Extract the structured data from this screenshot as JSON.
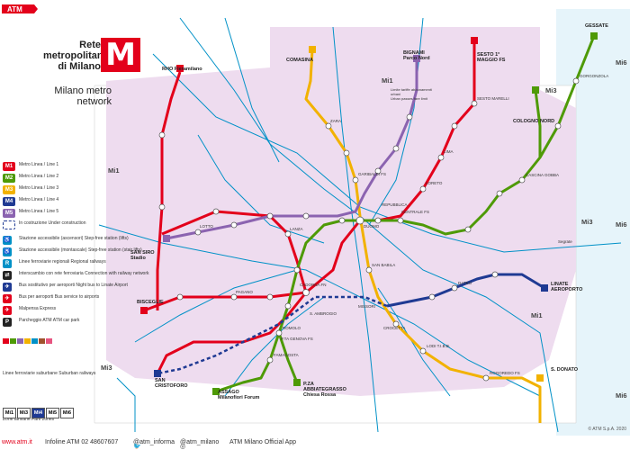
{
  "header": {
    "atm_logo": "ATM",
    "title": "Rete metropolitana di Milano",
    "subtitle": "Milano metro network"
  },
  "colors": {
    "m1": "#e3001b",
    "m2": "#4e9a06",
    "m3": "#f2b200",
    "m4": "#1f3a93",
    "m5": "#8b63b0",
    "suburban": "#0091c7",
    "zone_mi1": "#eedcef",
    "zone_mi3": "#ffffff",
    "zone_mi6": "#e6f4fa"
  },
  "zones": [
    "Mi1",
    "Mi3",
    "Mi6"
  ],
  "terminals": {
    "rho": "RHO Fieramilano",
    "comasina": "COMASINA",
    "bignami": "BIGNAMI Parco Nord",
    "sesto": "SESTO 1° MAGGIO FS",
    "gessate": "GESSATE",
    "cologno": "COLOGNO NORD",
    "sansiro": "SAN SIRO Stadio",
    "bisceglie": "BISCEGLIE",
    "linate": "LINATE AEROPORTO",
    "sancristoforo": "SAN CRISTOFORO",
    "assago": "ASSAGO Milanofiori Forum",
    "abbiategrasso": "P.ZA ABBIATEGRASSO Chiesa Rossa",
    "sdonato": "S. DONATO"
  },
  "stations": {
    "duomo": "DUOMO",
    "cadorna": "CADORNA FN",
    "centrale": "CENTRALE FS",
    "garibaldi": "GARIBALDI FS",
    "loreto": "LORETO",
    "lima": "LIMA",
    "zara": "ZARA",
    "lotto": "LOTTO",
    "sanbabila": "SAN BABILA",
    "lanza": "LANZA",
    "sesto_marelli": "SESTO MARELLI",
    "gorgonzola": "GORGONZOLA",
    "cascina_gobba": "CASCINA GOBBA",
    "rogoredo": "ROGOREDO FS",
    "famagosta": "FAMAGOSTA",
    "romolo": "ROMOLO",
    "pagano": "PAGANO",
    "repubblica": "REPUBBLICA",
    "dateo": "DATEO",
    "lodi": "LODI T.I.B.B.",
    "sndonato_link": "Segrate",
    "porta_genova": "P.TA GENOVA FS",
    "missori": "MISSORI",
    "crocetta": "CROCETTA",
    "sant_ambrogio": "S. AMBROGIO"
  },
  "zone_notes": {
    "mi1_note": "Limite tariffe abbonamenti urbani",
    "mi1_note_en": "Urban passes fare limit"
  },
  "legend": {
    "lines": [
      {
        "badge": "M1",
        "label": "Metro Linea / Line 1"
      },
      {
        "badge": "M2",
        "label": "Metro Linea / Line 2"
      },
      {
        "badge": "M3",
        "label": "Metro Linea / Line 3"
      },
      {
        "badge": "M4",
        "label": "Metro Linea / Line 4"
      },
      {
        "badge": "M5",
        "label": "Metro Linea / Line 5"
      },
      {
        "badge": "",
        "label": "In costruzione Under construction"
      }
    ],
    "services": [
      {
        "label": "Stazione accessibile (ascensori) Step-free station (lifts)"
      },
      {
        "label": "Stazione accessibile (montascale) Step-free station (stair lifts)"
      },
      {
        "label": "Linee ferroviarie regionali Regional railways"
      },
      {
        "label": "Interscambio con rete ferroviaria Connection with railway network"
      },
      {
        "label": "Bus sostitutivo per aeroporti Night bus to Linate Airport"
      },
      {
        "label": "Bus per aeroporti Bus service to airports"
      },
      {
        "label": "Malpensa Express"
      },
      {
        "label": "Parcheggio ATM ATM car park"
      }
    ],
    "suburban_label": "Linee ferroviarie suburbane Suburban railways",
    "zones_label": "Zone tariffarie Fare zones",
    "zone_badges": [
      "Mi1",
      "Mi3",
      "Mi4",
      "Mi5",
      "Mi6"
    ]
  },
  "footer": {
    "website": "www.atm.it",
    "infoline": "Infoline ATM 02 48607607",
    "twitter": "@atm_informa",
    "instagram": "@atm_milano",
    "app": "ATM Milano Official App"
  },
  "copyright": "© ATM S.p.A. 2020"
}
